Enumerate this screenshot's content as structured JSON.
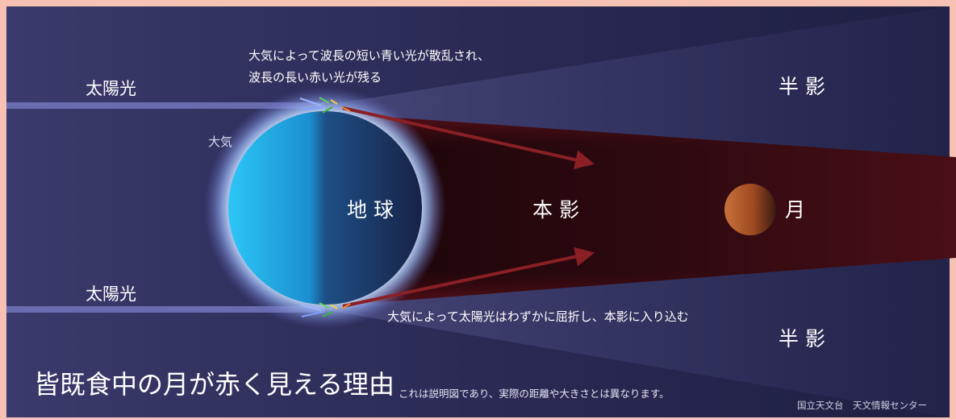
{
  "labels": {
    "sunlight_top": "太陽光",
    "sunlight_bottom": "太陽光",
    "atmosphere": "大気",
    "earth": "地 球",
    "umbra": "本 影",
    "penumbra_top": "半 影",
    "penumbra_bottom": "半 影",
    "moon": "月"
  },
  "annotations": {
    "scatter_line1": "大気によって波長の短い青い光が散乱され、",
    "scatter_line2": "波長の長い赤い光が残る",
    "refraction": "大気によって太陽光はわずかに屈折し、本影に入り込む"
  },
  "title": "皆既食中の月が赤く見える理由",
  "note": "これは説明図であり、実際の距離や大きさとは異なります。",
  "credit": "国立天文台　天文情報センター",
  "colors": {
    "frame": "#f7c2b4",
    "space": "#23244a",
    "earth_day": "#2ec5f5",
    "earth_night": "#1a2650",
    "atmosphere_glow": "#a8c8f0",
    "umbra": "#3a0c14",
    "refracted_arrow": "#8a1f26",
    "moon": "#b0562a"
  }
}
